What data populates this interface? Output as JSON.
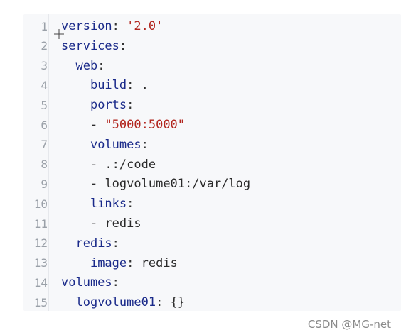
{
  "code_lines": [
    {
      "num": "1",
      "indent": "",
      "key": "version",
      "colon": ":",
      "value": " '2.0'",
      "value_kind": "str"
    },
    {
      "num": "2",
      "indent": "",
      "key": "services",
      "colon": ":",
      "value": "",
      "value_kind": "plain"
    },
    {
      "num": "3",
      "indent": "  ",
      "key": "web",
      "colon": ":",
      "value": "",
      "value_kind": "plain"
    },
    {
      "num": "4",
      "indent": "    ",
      "key": "build",
      "colon": ":",
      "value": " .",
      "value_kind": "plain"
    },
    {
      "num": "5",
      "indent": "    ",
      "key": "ports",
      "colon": ":",
      "value": "",
      "value_kind": "plain"
    },
    {
      "num": "6",
      "indent": "    ",
      "key": "- ",
      "colon": "",
      "value": "\"5000:5000\"",
      "value_kind": "str",
      "is_item": true
    },
    {
      "num": "7",
      "indent": "    ",
      "key": "volumes",
      "colon": ":",
      "value": "",
      "value_kind": "plain"
    },
    {
      "num": "8",
      "indent": "    ",
      "key": "- ",
      "colon": "",
      "value": ".:/code",
      "value_kind": "plain",
      "is_item": true
    },
    {
      "num": "9",
      "indent": "    ",
      "key": "- ",
      "colon": "",
      "value": "logvolume01:/var/log",
      "value_kind": "plain",
      "is_item": true
    },
    {
      "num": "10",
      "indent": "    ",
      "key": "links",
      "colon": ":",
      "value": "",
      "value_kind": "plain"
    },
    {
      "num": "11",
      "indent": "    ",
      "key": "- ",
      "colon": "",
      "value": "redis",
      "value_kind": "plain",
      "is_item": true
    },
    {
      "num": "12",
      "indent": "  ",
      "key": "redis",
      "colon": ":",
      "value": "",
      "value_kind": "plain"
    },
    {
      "num": "13",
      "indent": "    ",
      "key": "image",
      "colon": ":",
      "value": " redis",
      "value_kind": "plain"
    },
    {
      "num": "14",
      "indent": "",
      "key": "volumes",
      "colon": ":",
      "value": "",
      "value_kind": "plain"
    },
    {
      "num": "15",
      "indent": "  ",
      "key": "logvolume01",
      "colon": ":",
      "value": " {}",
      "value_kind": "plain"
    }
  ],
  "watermark": "CSDN @MG-net",
  "colors": {
    "key": "#1a2a8a",
    "string": "#b2261f",
    "line_number": "#9aa0a8",
    "panel_bg": "#f7f8fa"
  },
  "icons": {
    "cursor": "crosshair-cursor-icon"
  }
}
